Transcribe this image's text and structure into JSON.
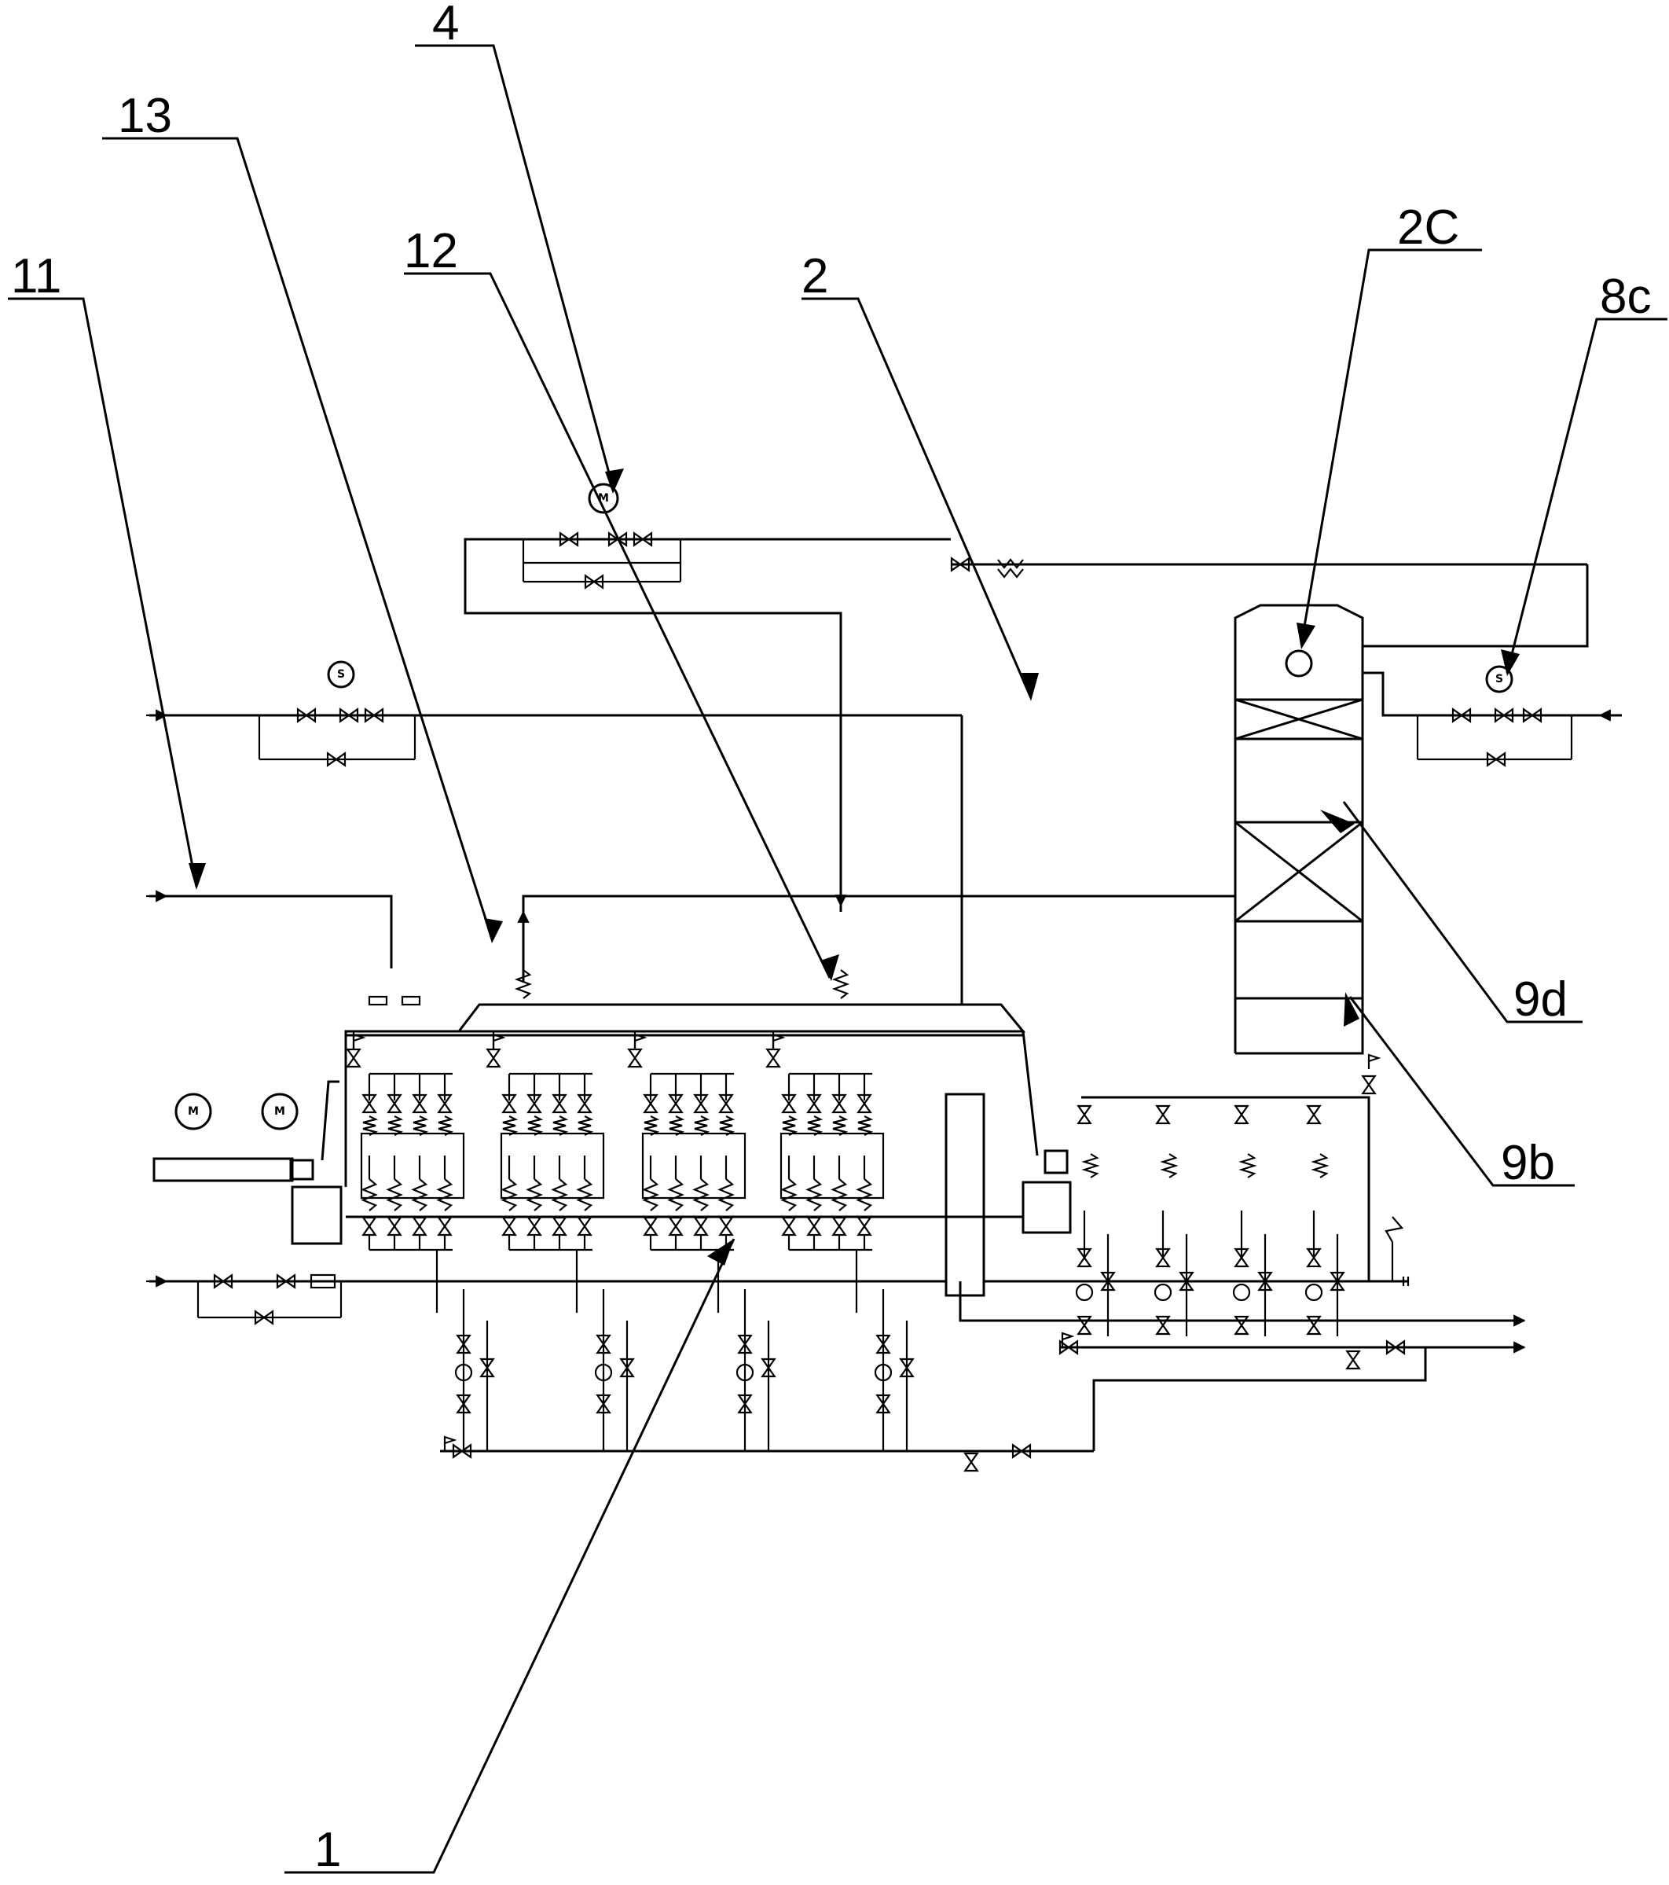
{
  "labels": {
    "l1": "1",
    "l2": "2",
    "l4": "4",
    "l11": "11",
    "l12": "12",
    "l13": "13",
    "l2c": "2C",
    "l8c": "8c",
    "l9d": "9d",
    "l9b": "9b"
  },
  "symbols": {
    "motor": "M",
    "solenoid": "S"
  },
  "colors": {
    "line": "#000000",
    "background": "#ffffff"
  }
}
